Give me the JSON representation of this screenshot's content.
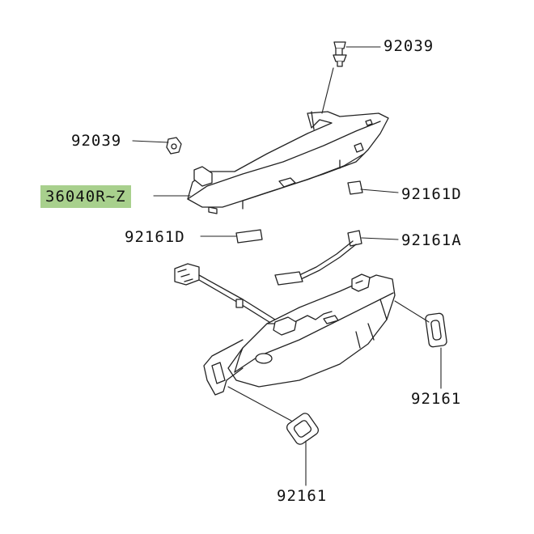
{
  "diagram": {
    "part_labels": [
      {
        "id": "p1",
        "text": "92039"
      },
      {
        "id": "p2",
        "text": "92039"
      },
      {
        "id": "p3",
        "text": "36040R~Z",
        "highlight": "#a8d08d"
      },
      {
        "id": "p4",
        "text": "92161D"
      },
      {
        "id": "p5",
        "text": "92161D"
      },
      {
        "id": "p6",
        "text": "92161A"
      },
      {
        "id": "p7",
        "text": "92161"
      },
      {
        "id": "p8",
        "text": "92161"
      }
    ]
  },
  "colors": {
    "line": "#222222",
    "fill": "#ffffff",
    "highlight": "#a8d08d"
  }
}
